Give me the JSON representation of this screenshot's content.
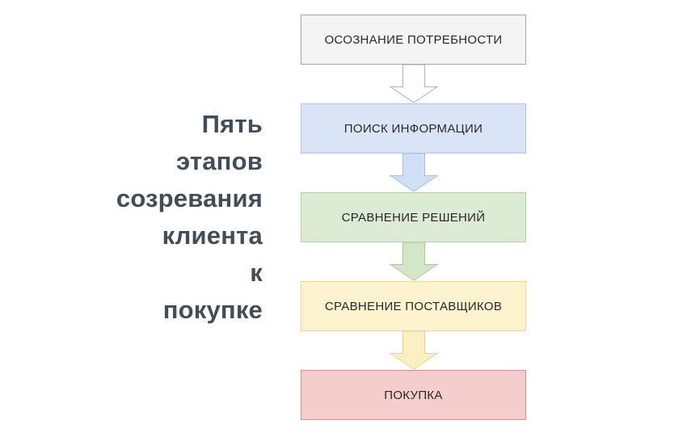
{
  "colors": {
    "background": "#ffffff",
    "title_text": "#414e58",
    "stage_text": "#282828"
  },
  "title": {
    "text": "Пять\nэтапов\nсозревания\nклиента\nк\nпокупке"
  },
  "stages": [
    {
      "label": "ОСОЗНАНИЕ ПОТРЕБНОСТИ",
      "fill": "#f4f4f4",
      "border": "#a6a6a6"
    },
    {
      "label": "ПОИСК ИНФОРМАЦИИ",
      "fill": "#d9e5f6",
      "border": "#b0c6e4"
    },
    {
      "label": "СРАВНЕНИЕ РЕШЕНИЙ",
      "fill": "#dcebd4",
      "border": "#b5d1a5"
    },
    {
      "label": "СРАВНЕНИЕ ПОСТАВЩИКОВ",
      "fill": "#fdf3cf",
      "border": "#ead999"
    },
    {
      "label": "ПОКУПКА",
      "fill": "#f5cdcc",
      "border": "#cf918d"
    }
  ],
  "arrows": [
    {
      "fill": "#fdfdfd",
      "border": "#b3b3b3"
    },
    {
      "fill": "#cfe0f5",
      "border": "#a8bfdc"
    },
    {
      "fill": "#d3e6c8",
      "border": "#a9ca97"
    },
    {
      "fill": "#fbf0c4",
      "border": "#e5d28f"
    }
  ]
}
